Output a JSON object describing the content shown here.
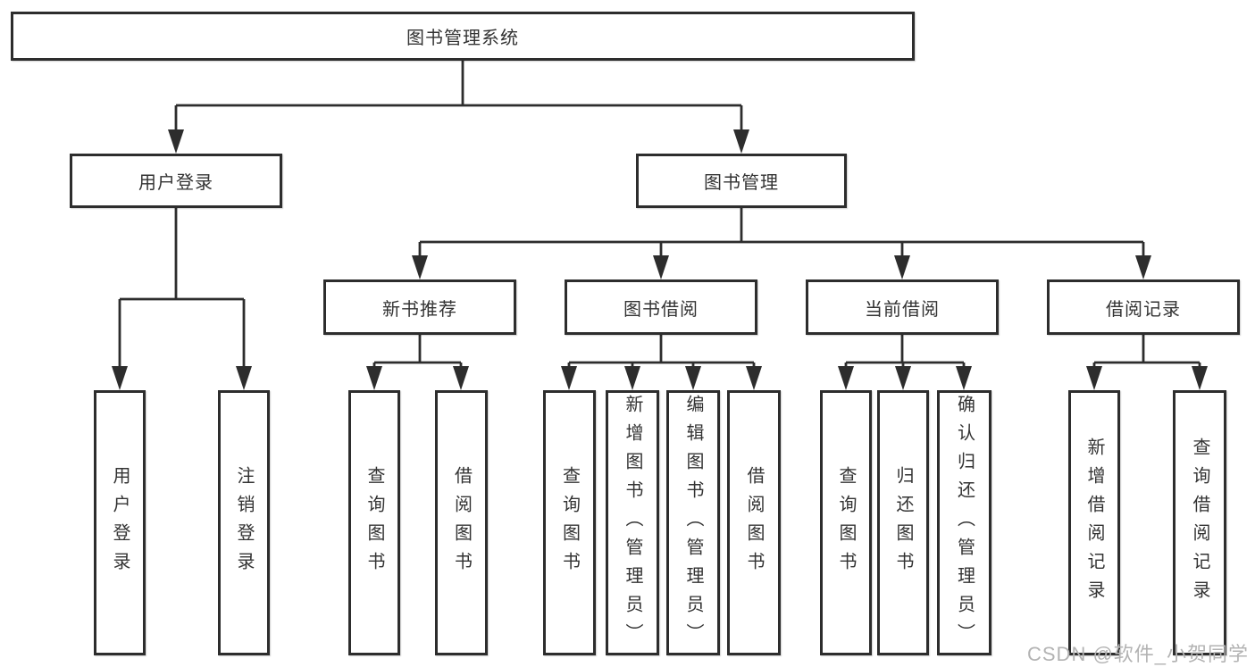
{
  "diagram_title": "图书管理系统",
  "tree": {
    "root": {
      "label": "图书管理系统"
    },
    "branches": [
      {
        "label": "用户登录",
        "children": [
          {
            "label": "用户登录"
          },
          {
            "label": "注销登录"
          }
        ]
      },
      {
        "label": "图书管理",
        "children": [
          {
            "label": "新书推荐",
            "children": [
              {
                "label": "查询图书"
              },
              {
                "label": "借阅图书"
              }
            ]
          },
          {
            "label": "图书借阅",
            "children": [
              {
                "label": "查询图书"
              },
              {
                "label": "新增图书（管理员）"
              },
              {
                "label": "编辑图书（管理员）"
              },
              {
                "label": "借阅图书"
              }
            ]
          },
          {
            "label": "当前借阅",
            "children": [
              {
                "label": "查询图书"
              },
              {
                "label": "归还图书"
              },
              {
                "label": "确认归还（管理员）"
              }
            ]
          },
          {
            "label": "借阅记录",
            "children": [
              {
                "label": "新增借阅记录"
              },
              {
                "label": "查询借阅记录"
              }
            ]
          }
        ]
      }
    ]
  },
  "watermark": {
    "text": "CSDN @软件_小贺同学"
  },
  "colors": {
    "line": "#2d2d2d",
    "box_border": "#2d2d2d",
    "text": "#333333",
    "watermark": "#b3b3b3",
    "background": "#ffffff"
  }
}
